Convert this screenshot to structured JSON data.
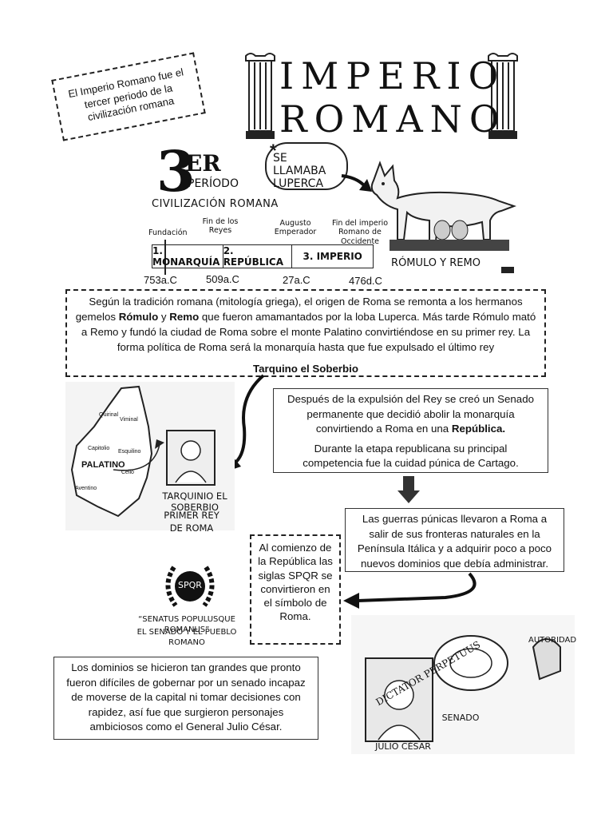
{
  "title": {
    "line1": "IMPERIO",
    "line2": "ROMANO"
  },
  "intro_note": "El Imperio Romano fue el tercer periodo de la civilización romana",
  "period": {
    "number": "3",
    "suffix": "ER",
    "word": "PERÍODO",
    "civilization": "CIVILIZACIÓN ROMANA"
  },
  "luperca_note": "SE LLAMABA LUPERCA",
  "luperca_star": "*",
  "wolf_caption": "RÓMULO Y REMO",
  "timeline": {
    "labels": [
      "Fundación",
      "Fin de los Reyes",
      "Augusto Emperador",
      "Fin del imperio Romano de Occidente"
    ],
    "segments": [
      "1. MONARQUÍA",
      "2. REPÚBLICA",
      "3. IMPERIO"
    ],
    "dates": [
      "753a.C",
      "509a.C",
      "27a.C",
      "476d.C"
    ]
  },
  "tradition": {
    "part1": "Según la tradición romana (mitología griega), el origen de Roma se remonta a los hermanos gemelos ",
    "romulo": "Rómulo",
    "y": " y ",
    "remo": "Remo",
    "part2": " que fueron amamantados por la loba Luperca. Más tarde Rómulo mató a Remo y fundó la ciudad de Roma sobre el monte Palatino convirtiéndose en su primer rey. La forma política de Roma será la monarquía hasta que fue expulsado el último rey",
    "king": "Tarquino el Soberbio"
  },
  "map": {
    "hills": [
      "Quirinal",
      "Viminal",
      "Capitolio",
      "Esquilino",
      "PALATINO",
      "Celio",
      "Aventino"
    ]
  },
  "tarquinio": {
    "name": "TARQUINIO EL SOBERBIO",
    "title_line1": "PRIMER REY",
    "title_line2": "DE ROMA"
  },
  "senado_box": {
    "p1_start": "Después de la expulsión del Rey se creó un Senado permanente que decidió abolir la monarquía convirtiendo a Roma en una ",
    "p1_bold": "República.",
    "p2": "Durante la etapa republicana su principal competencia fue la cuidad púnica de Cartago."
  },
  "guerras_box": "Las guerras púnicas llevaron a Roma a salir de sus fronteras naturales en la Península Itálica y a adquirir poco a poco nuevos dominios que debía administrar.",
  "siglas_box": "Al comienzo de la República las siglas SPQR se convirtieron en el símbolo de Roma.",
  "spqr": {
    "emblem": "SPQR",
    "latin": "“SENATUS POPULUSQUE ROMANUS”",
    "spanish": "EL SENADO Y EL PUEBLO ROMANO"
  },
  "dominios_box": "Los dominios se hicieron tan grandes que pronto fueron difíciles de gobernar por un senado incapaz de moverse de la capital ni tomar decisiones con rapidez, así fue que surgieron personajes ambiciosos como el General Julio César.",
  "caesar": {
    "arc": "DICTATOR PERPETUUS",
    "name": "JULIO CÉSAR",
    "senado": "SENADO",
    "autoridad": "AUTORIDAD"
  }
}
